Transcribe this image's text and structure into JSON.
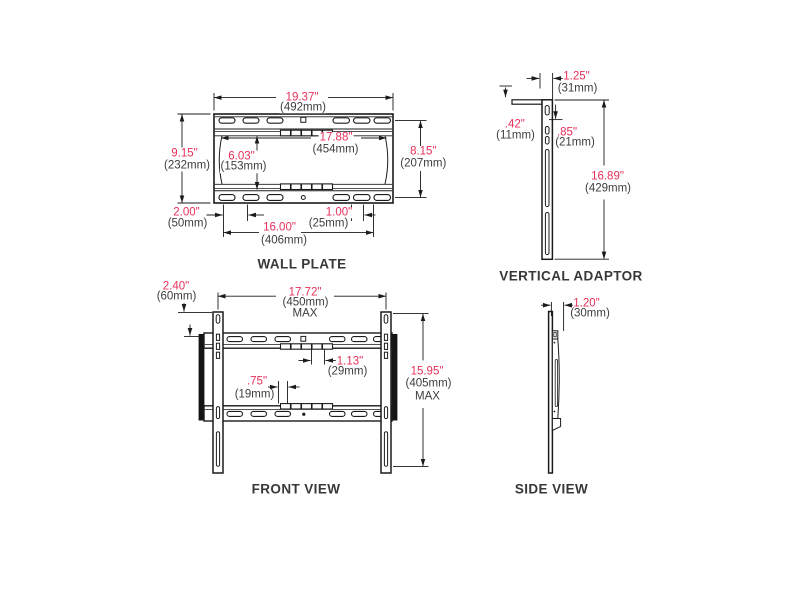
{
  "colors": {
    "dimension_inch_text": "#e73059",
    "dimension_mm_text": "#3d3d3d",
    "line": "#1b1b1b",
    "background": "#ffffff"
  },
  "wall_plate": {
    "title": "WALL PLATE",
    "width": {
      "in": "19.37\"",
      "mm": "(492mm)"
    },
    "height_left": {
      "in": "9.15\"",
      "mm": "(232mm)"
    },
    "inner_width": {
      "in": "17.88\"",
      "mm": "(454mm)"
    },
    "inner_height": {
      "in": "6.03\"",
      "mm": "(153mm)"
    },
    "height_right": {
      "in": "8.15\"",
      "mm": "(207mm)"
    },
    "slot_pitch": {
      "in": "2.00\"",
      "mm": "(50mm)"
    },
    "slot_span": {
      "in": "16.00\"",
      "mm": "(406mm)"
    },
    "slot_gap": {
      "in": "1.00\"",
      "mm": "(25mm)"
    }
  },
  "vertical_adaptor": {
    "title": "VERTICAL ADAPTOR",
    "hook_width": {
      "in": "1.25\"",
      "mm": "(31mm)"
    },
    "lip": {
      "in": ".42\"",
      "mm": "(11mm)"
    },
    "hook_depth": {
      "in": ".85\"",
      "mm": "(21mm)"
    },
    "height": {
      "in": "16.89\"",
      "mm": "(429mm)"
    }
  },
  "front_view": {
    "title": "FRONT VIEW",
    "top_offset": {
      "in": "2.40\"",
      "mm": "(60mm)"
    },
    "width_max": {
      "in": "17.72\"",
      "mm": "(450mm)",
      "note": "MAX"
    },
    "center_offset": {
      "in": "1.13\"",
      "mm": "(29mm)"
    },
    "slot_offset": {
      "in": ".75\"",
      "mm": "(19mm)"
    },
    "height_max": {
      "in": "15.95\"",
      "mm": "(405mm)",
      "note": "MAX"
    }
  },
  "side_view": {
    "title": "SIDE VIEW",
    "depth": {
      "in": "1.20\"",
      "mm": "(30mm)"
    }
  }
}
